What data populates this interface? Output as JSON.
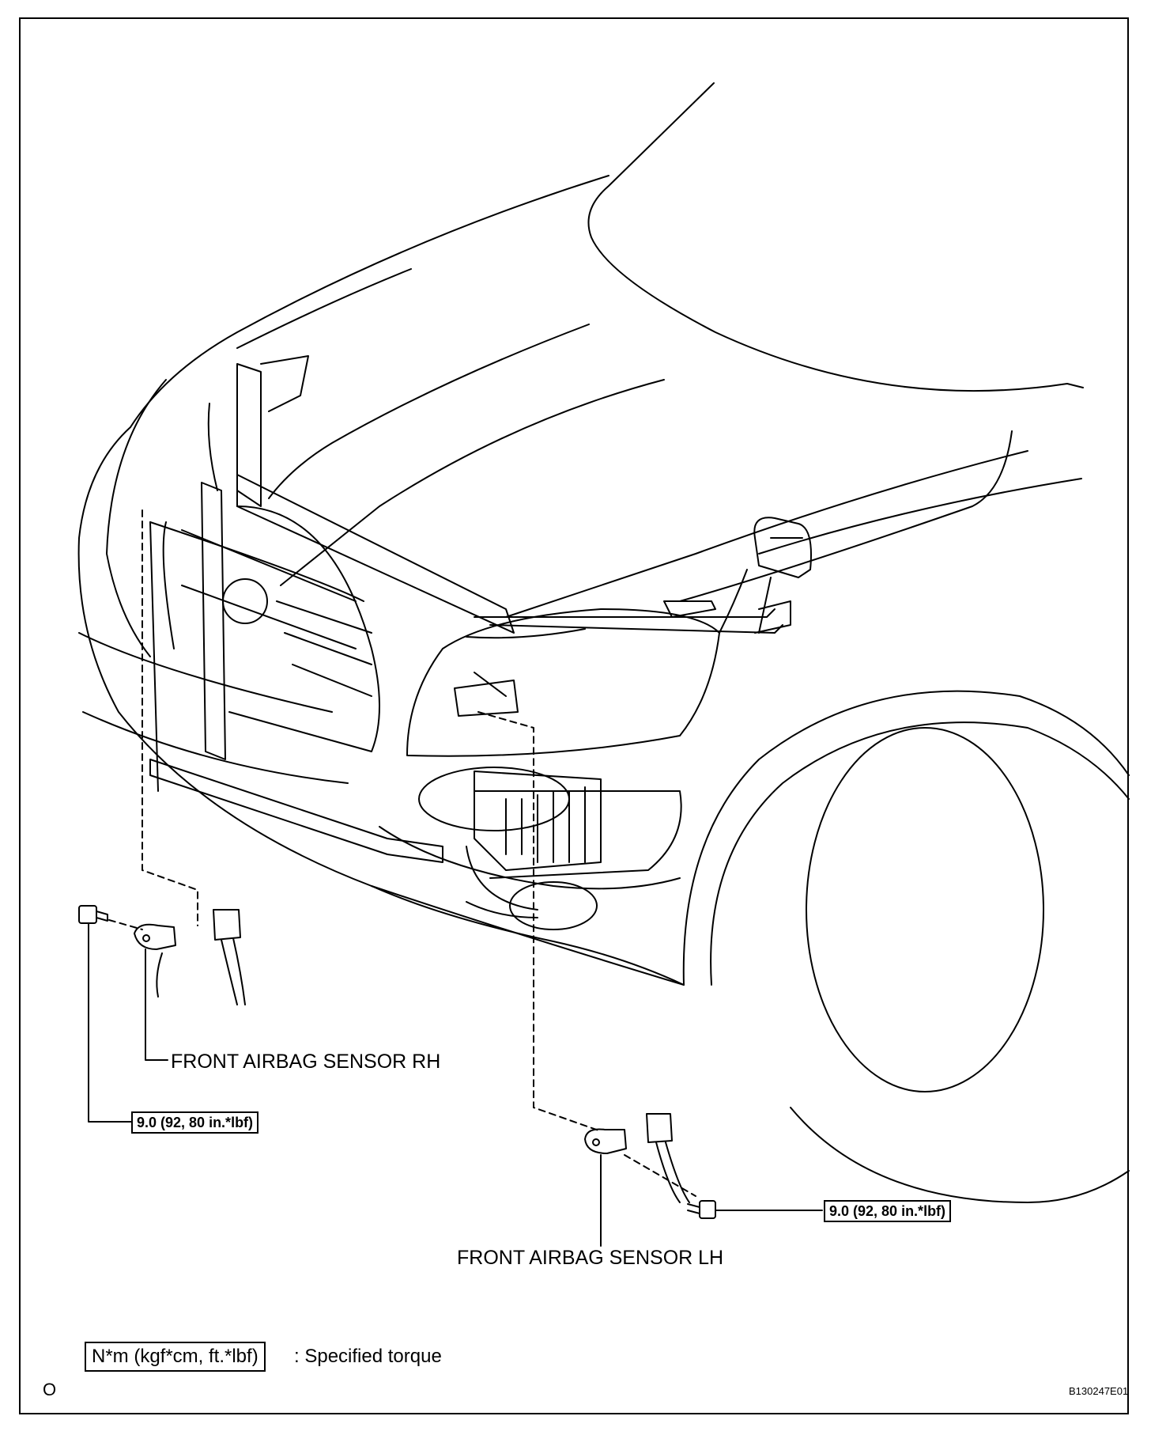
{
  "labels": {
    "sensor_rh": "FRONT AIRBAG SENSOR RH",
    "sensor_lh": "FRONT AIRBAG SENSOR LH",
    "torque_rh": "9.0 (92, 80 in.*lbf)",
    "torque_lh": "9.0 (92, 80 in.*lbf)"
  },
  "legend": {
    "unit_box": "N*m (kgf*cm, ft.*lbf)",
    "description": ": Specified torque"
  },
  "footer": {
    "page_marker": "O",
    "figure_code": "B130247E01"
  }
}
